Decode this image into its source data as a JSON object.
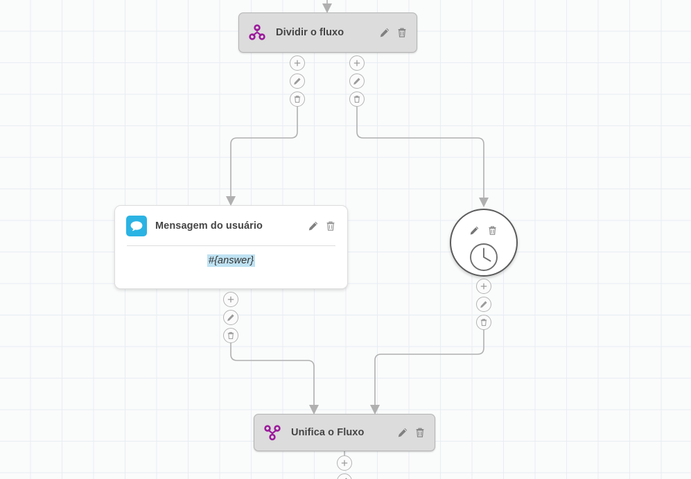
{
  "canvas": {
    "grid": true,
    "background_color": "#fafbfb",
    "grid_color": "#e8edf3",
    "edge_color": "#b0b0b0"
  },
  "nodes": {
    "split": {
      "title": "Dividir o fluxo",
      "icon": "flow-split-icon",
      "icon_color": "#9c1b9c",
      "style": "gray-card",
      "edit_label": "edit-icon",
      "delete_label": "trash-icon"
    },
    "user_message": {
      "title": "Mensagem do usuário",
      "icon": "chat-bubble-icon",
      "icon_color": "#2bb3e3",
      "style": "white-card",
      "body_value": "#{answer}",
      "body_highlight_color": "#bfe2f2",
      "edit_label": "edit-icon",
      "delete_label": "trash-icon"
    },
    "delay": {
      "title": "",
      "icon": "clock-icon",
      "icon_color": "#555555",
      "style": "circle",
      "edit_label": "edit-icon",
      "delete_label": "trash-icon"
    },
    "merge": {
      "title": "Unifica o Fluxo",
      "icon": "flow-merge-icon",
      "icon_color": "#9c1b9c",
      "style": "gray-card",
      "edit_label": "edit-icon",
      "delete_label": "trash-icon"
    }
  },
  "ports": {
    "add_label": "add-port-icon",
    "edit_label": "edit-port-icon",
    "delete_label": "delete-port-icon"
  }
}
